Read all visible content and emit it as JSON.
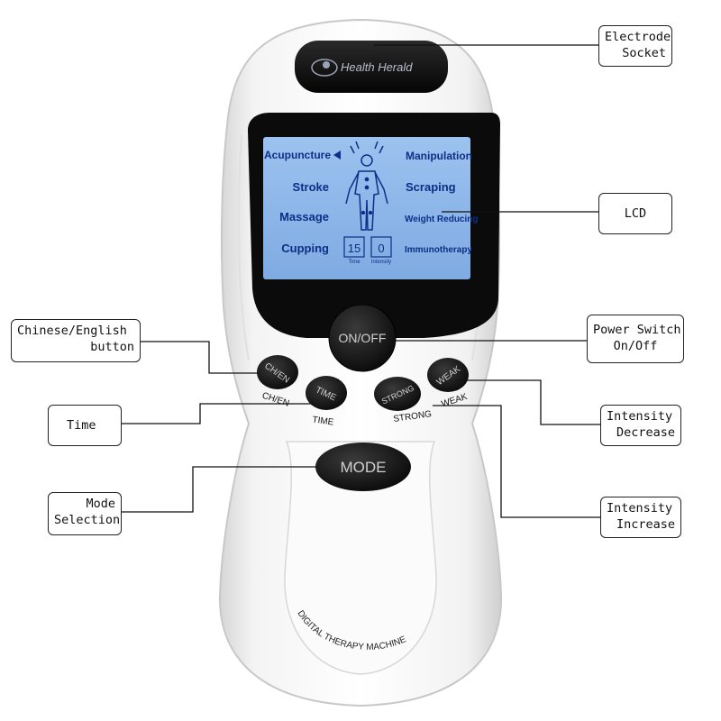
{
  "device": {
    "brand": "Health Herald",
    "product_name": "DIGITAL THERAPY MACHINE",
    "lcd": {
      "modes_left": [
        "Acupuncture",
        "Stroke",
        "Massage",
        "Cupping"
      ],
      "modes_right": [
        "Manipulation",
        "Scraping",
        "Weight Reducing",
        "Immunotherapy"
      ],
      "time_value": "15",
      "intensity_value": "0",
      "time_label": "Time",
      "intensity_label": "Intensity"
    },
    "buttons": {
      "power": "ON/OFF",
      "chen": "CH/EN",
      "time": "TIME",
      "strong": "STRONG",
      "weak": "WEAK",
      "mode": "MODE"
    },
    "button_captions": {
      "chen": "CH/EN",
      "time": "TIME",
      "strong": "STRONG",
      "weak": "WEAK"
    }
  },
  "callouts": {
    "electrode_socket": [
      "Electrode",
      "Socket"
    ],
    "lcd": [
      "LCD"
    ],
    "power_switch": [
      "Power Switch",
      "On/Off"
    ],
    "intensity_decrease": [
      "Intensity",
      "Decrease"
    ],
    "intensity_increase": [
      "Intensity",
      "Increase"
    ],
    "chinese_english": [
      "Chinese/English",
      "button"
    ],
    "time": [
      "Time"
    ],
    "mode_selection": [
      "Mode",
      "Selection"
    ]
  },
  "colors": {
    "lcd_background": "#8fb8ea",
    "lcd_text": "#0d2f86",
    "button_black": "#151515",
    "body_white": "#f7f7f7"
  }
}
